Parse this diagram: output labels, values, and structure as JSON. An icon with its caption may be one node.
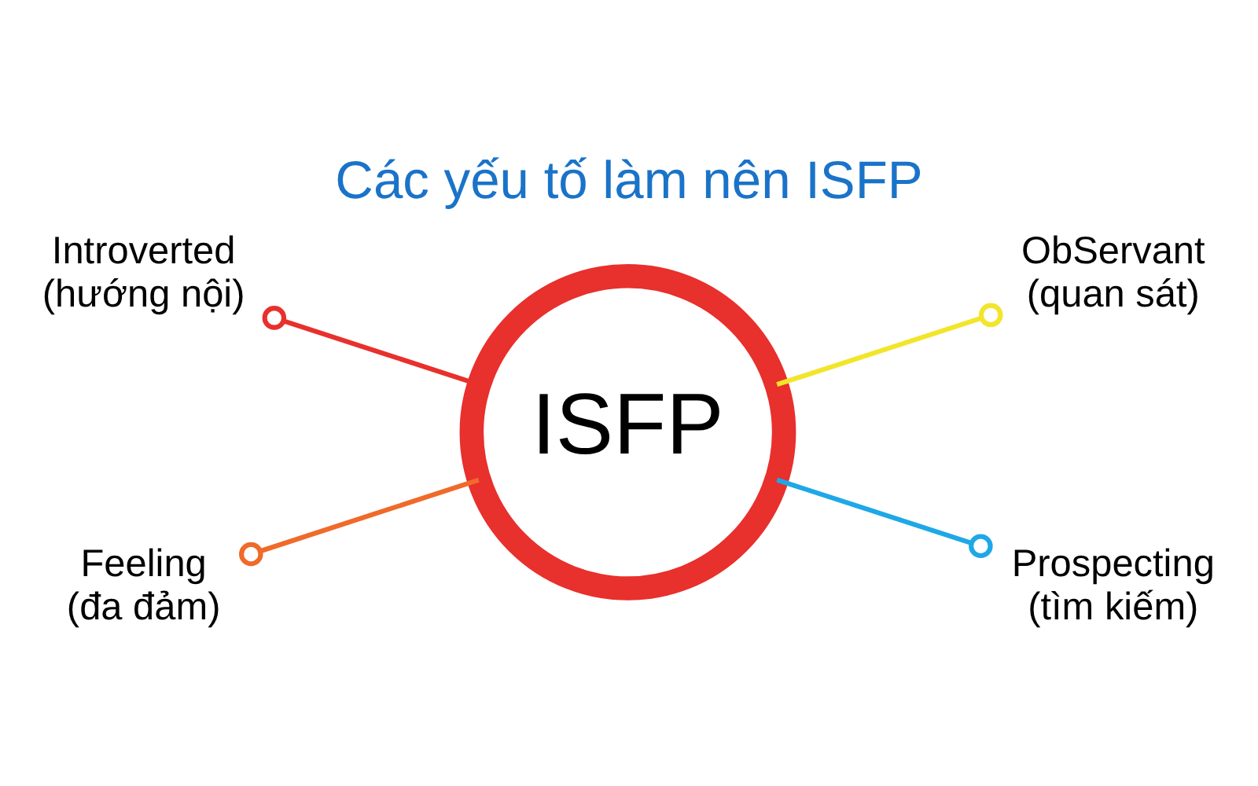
{
  "diagram": {
    "title": "Các yếu tố làm nên ISFP",
    "nodes": [
      {
        "text": [
          "ISFP"
        ]
      },
      {
        "text": [
          "Introverted",
          "(hướng nội)"
        ]
      },
      {
        "text": [
          "ObServant",
          "(quan sát)"
        ]
      },
      {
        "text": [
          "Feeling",
          "(đa đảm)"
        ]
      },
      {
        "text": [
          "Prospecting",
          "(tìm kiếm)"
        ]
      }
    ],
    "edges": [
      {
        "from": 1,
        "to": 0,
        "arrow": "other",
        "color": "#e8302c"
      },
      {
        "from": 0,
        "to": 2,
        "arrow": "other",
        "color": "#f2e52a"
      },
      {
        "from": 3,
        "to": 0,
        "arrow": "other",
        "color": "#f06a2a"
      },
      {
        "from": 0,
        "to": 4,
        "arrow": "other",
        "color": "#1ea8e6"
      }
    ]
  }
}
